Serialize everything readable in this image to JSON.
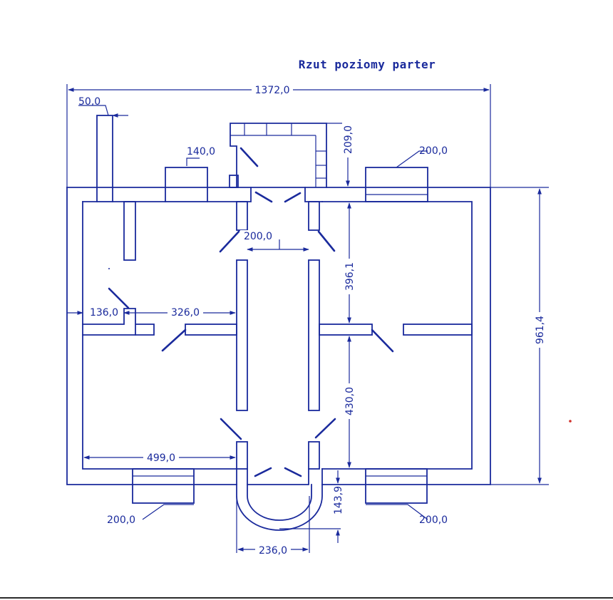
{
  "title": "Rzut poziomy parter",
  "dimensions": {
    "overall_width": "1372,0",
    "overall_height": "961,4",
    "chimney": "50,0",
    "bay_top": "140,0",
    "vestibule_top": "209,0",
    "window_top_right": "200,0",
    "hall_width_top": "200,0",
    "room_right_top": "396,1",
    "room_right_bottom": "430,0",
    "room_left_small": "136,0",
    "room_left_mid": "326,0",
    "room_left_bottom": "499,0",
    "window_bottom_left": "200,0",
    "window_bottom_right": "200,0",
    "porch_depth": "143,9",
    "porch_width": "236,0"
  },
  "colors": {
    "ink": "#1a2a9c",
    "background": "#ffffff"
  }
}
